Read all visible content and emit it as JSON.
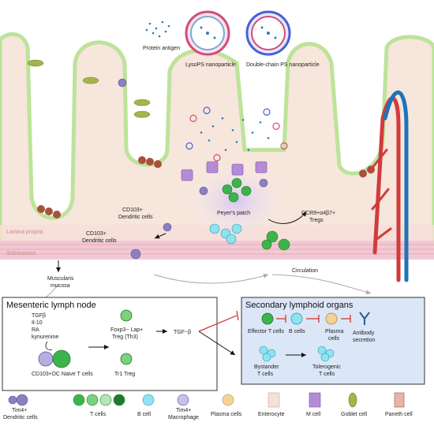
{
  "top_legend": {
    "protein_antigen": "Protein antigen",
    "lysops": "LysoPS nanoparticle",
    "double_chain": "Double-chain PS nanoparticle"
  },
  "gut_labels": {
    "cd103_dc_upper": "CD103+",
    "cd103_dc_upper2": "Dendritic cells",
    "cd103_dc_lower": "CD103+",
    "cd103_dc_lower2": "Dendritic cells",
    "peyers_patch": "Peyer's patch",
    "ccr9_line1": "CCR9+α4β7+",
    "ccr9_line2": "Tregs",
    "lamina_propria": "Lamina propria",
    "submucosa": "Submucosa",
    "muscularis1": "Muscularis",
    "muscularis2": "mucosa",
    "circulation": "Circulation"
  },
  "mln": {
    "title": "Mesenteric lymph node",
    "factors": [
      "TGFβ",
      "Il-10",
      "RA",
      "kynurenine"
    ],
    "dc_label": "CD103+DC Naive T cells",
    "treg1": "Foxp3− Lap+",
    "treg2": "Treg (Th3)",
    "tr1": "Tr1 Treg",
    "tgf": "TGF−β"
  },
  "slo": {
    "title": "Secondary lymphoid organs",
    "effector": "Effector T cells",
    "bcells": "B cells",
    "plasma1": "Plasma",
    "plasma2": "cells",
    "antibody1": "Antibody",
    "antibody2": "secretion",
    "bystander1": "Bystander",
    "bystander2": "T cells",
    "tolerogenic1": "Tolerogenic",
    "tolerogenic2": "T cells"
  },
  "legend": {
    "tim4_dc1": "Tim4+",
    "tim4_dc2": "Dendritic cells",
    "t_cells": "T cells",
    "b_cell": "B cell",
    "tim4_mac1": "Tim4+",
    "tim4_mac2": "Macrophage",
    "plasma": "Plasma cells",
    "enterocyte": "Enterocyte",
    "m_cell": "M cell",
    "goblet": "Goblet cell",
    "paneth": "Paneth cell"
  },
  "colors": {
    "epithelium": "#f3ddd3",
    "mucosa_edge": "#cfe9b4",
    "vein": "#1e73b8",
    "artery": "#d23b3b",
    "t_cell": "#3cb44b",
    "b_cell": "#35b7cf",
    "inhibit": "#d62828",
    "slo_bg": "#dbe6f7"
  }
}
